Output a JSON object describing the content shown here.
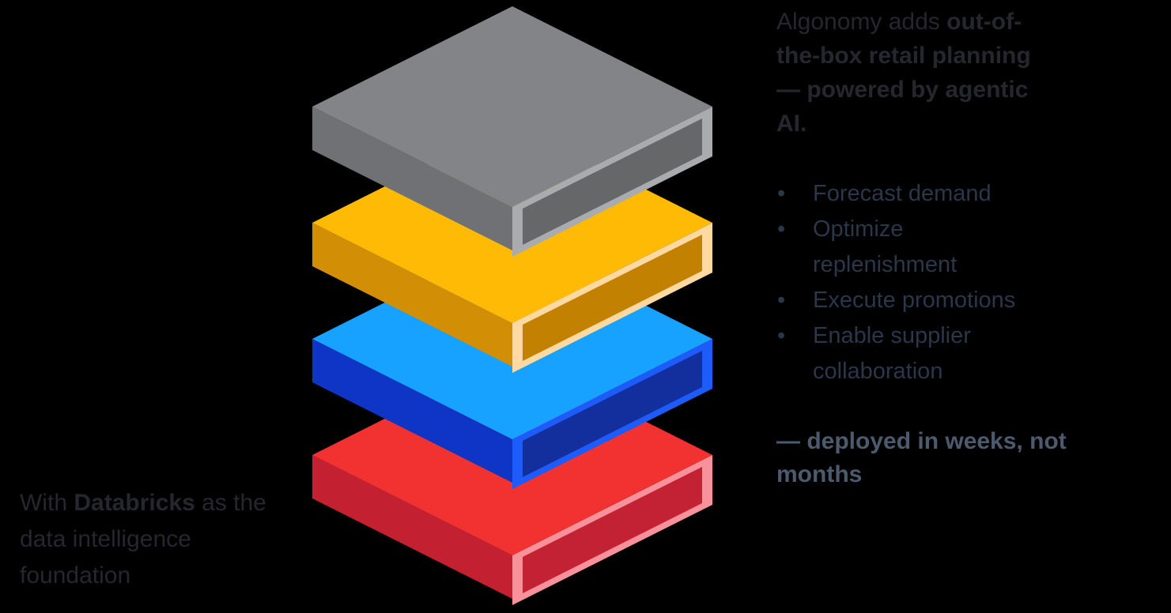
{
  "background": "#000000",
  "stack": {
    "description": "isometric-four-layer-stack",
    "layers": [
      {
        "name": "gray",
        "top": "#828487",
        "left": "#6F7174",
        "frame": "#A9ABAE",
        "panel": "#656769"
      },
      {
        "name": "gold",
        "top": "#FFBA05",
        "left": "#D28E04",
        "frame": "#FFD9A1",
        "panel": "#C28100"
      },
      {
        "name": "blue",
        "top": "#18A2FF",
        "left": "#0E35C6",
        "frame": "#1E5BFB",
        "panel": "#132F9E"
      },
      {
        "name": "red",
        "top": "#F23131",
        "left": "#C32132",
        "frame": "#F9919A",
        "panel": "#C22233"
      }
    ]
  },
  "left_caption": {
    "color": "#26272E",
    "line1_prefix": "With ",
    "line1_bold": "Databricks",
    "line1_suffix": " as the",
    "line2": "data intelligence",
    "line3": "foundation"
  },
  "right_panel": {
    "intro": {
      "color": "#26272E",
      "line1_regular": "Algonomy adds ",
      "line1_bold": "out-of-",
      "line2_bold": "the-box retail planning",
      "line3_bold": "— powered by agentic",
      "line4_bold": "AI."
    },
    "bullets": {
      "color": "#2B3649",
      "items": [
        "Forecast demand",
        "Optimize replenishment",
        "Execute promotions",
        "Enable supplier collaboration"
      ]
    },
    "outro": {
      "color": "#4D5A6E",
      "line1": "— deployed in weeks, not",
      "line2": "months"
    }
  }
}
